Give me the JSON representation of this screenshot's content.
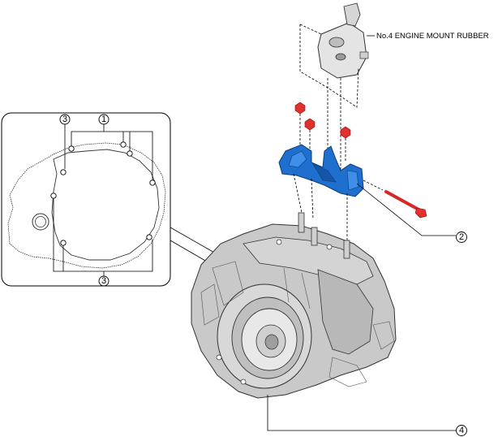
{
  "labels": {
    "engine_mount_rubber": "No.4 ENGINE MOUNT RUBBER"
  },
  "callouts": [
    {
      "id": "1",
      "text": "1"
    },
    {
      "id": "2",
      "text": "2"
    },
    {
      "id": "3a",
      "text": "3"
    },
    {
      "id": "3b",
      "text": "3"
    },
    {
      "id": "4",
      "text": "4"
    }
  ],
  "colors": {
    "bracket": "#1f6fcf",
    "bolt": "#e03030",
    "outline": "#000000",
    "housing": "#c9c9c9"
  }
}
